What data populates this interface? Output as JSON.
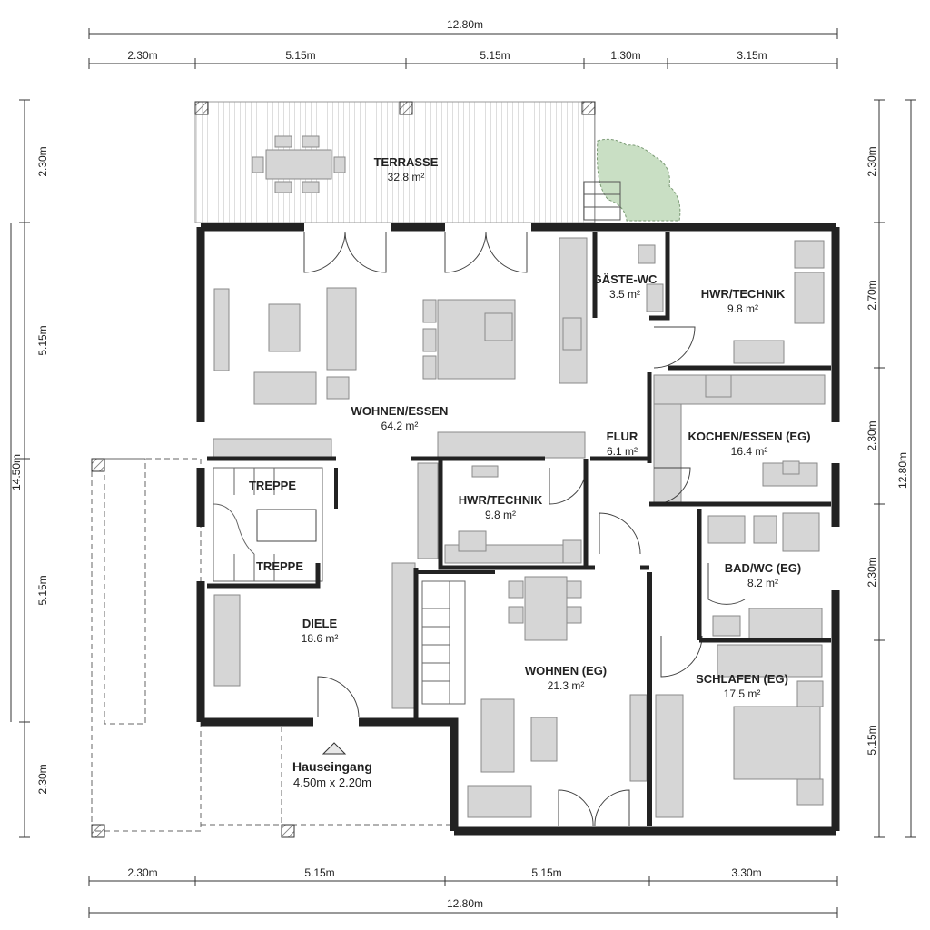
{
  "dimensions": {
    "top_total": "12.80m",
    "top_segments": [
      "2.30m",
      "5.15m",
      "5.15m",
      "1.30m",
      "3.15m"
    ],
    "bottom_total": "12.80m",
    "bottom_segments": [
      "2.30m",
      "5.15m",
      "5.15m",
      "3.30m"
    ],
    "left_total": "14.50m",
    "left_segments": [
      "2.30m",
      "5.15m",
      "5.15m",
      "2.30m"
    ],
    "right_total": "12.80m",
    "right_segments": [
      "2.30m",
      "2.70m",
      "2.30m",
      "2.30m",
      "5.15m"
    ]
  },
  "rooms": [
    {
      "name": "TERRASSE",
      "area": "32.8 m²"
    },
    {
      "name": "GÄSTE-WC",
      "area": "3.5 m²"
    },
    {
      "name": "HWR/TECHNIK",
      "area": "9.8 m²"
    },
    {
      "name": "WOHNEN/ESSEN",
      "area": "64.2 m²"
    },
    {
      "name": "FLUR",
      "area": "6.1 m²"
    },
    {
      "name": "KOCHEN/ESSEN (EG)",
      "area": "16.4 m²"
    },
    {
      "name": "HWR/TECHNIK",
      "area": "9.8 m²"
    },
    {
      "name": "BAD/WC (EG)",
      "area": "8.2 m²"
    },
    {
      "name": "DIELE",
      "area": "18.6 m²"
    },
    {
      "name": "WOHNEN (EG)",
      "area": "21.3 m²"
    },
    {
      "name": "SCHLAFEN (EG)",
      "area": "17.5 m²"
    }
  ],
  "stairs": [
    "TREPPE",
    "TREPPE"
  ],
  "entrance": {
    "label": "Hauseingang",
    "size": "4.50m x 2.20m"
  },
  "colors": {
    "wall": "#222222",
    "furniture": "#d6d6d6",
    "furniture_stroke": "#8a8a8a",
    "greenery": "#c9dfc4"
  }
}
